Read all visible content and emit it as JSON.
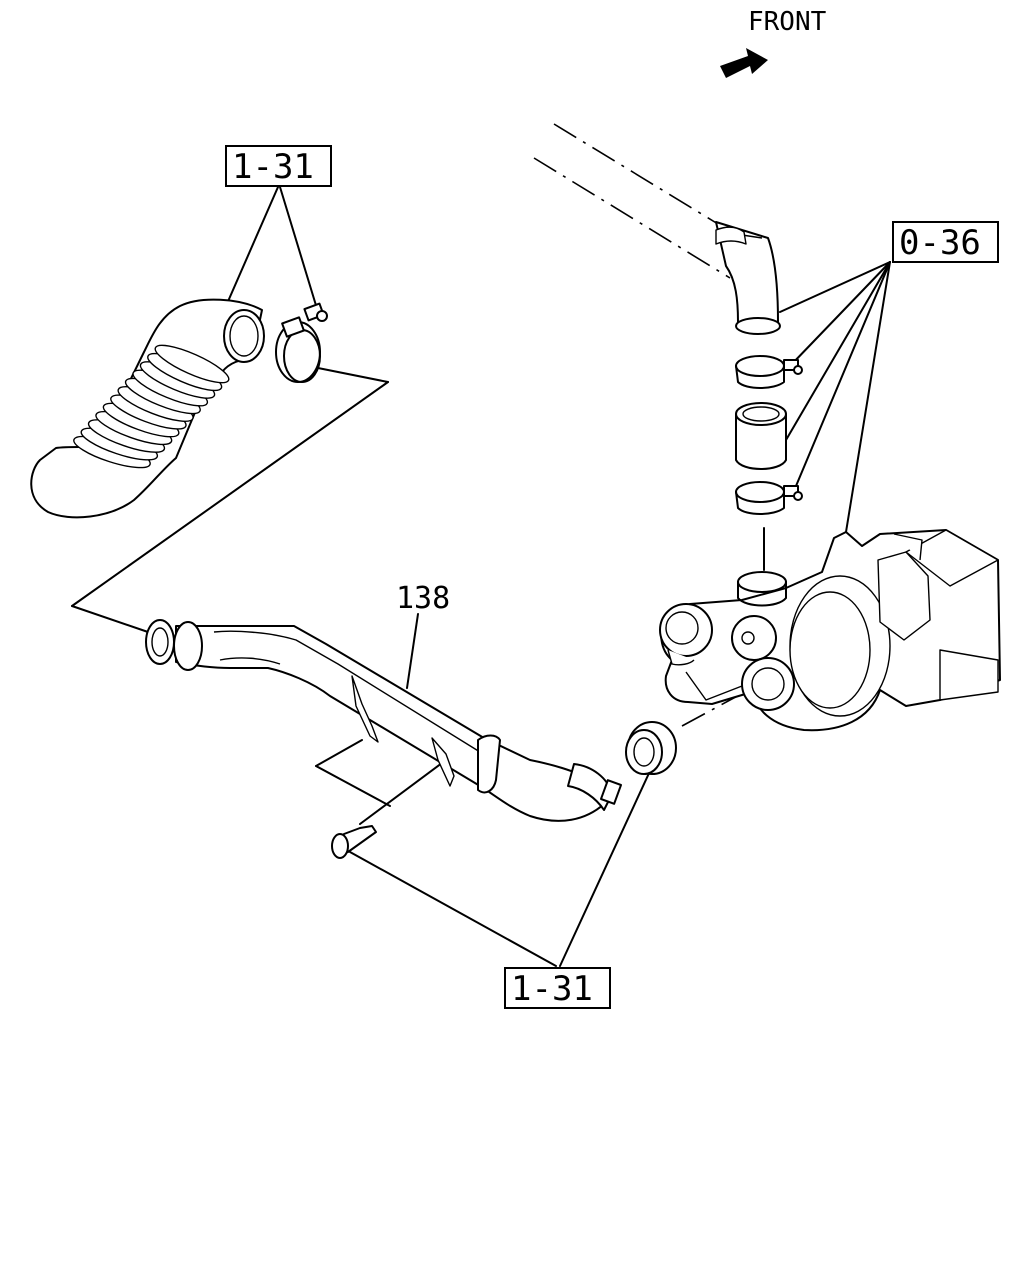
{
  "orientation": {
    "label": "FRONT"
  },
  "callouts": [
    {
      "id": "upper_left",
      "label": "1-31"
    },
    {
      "id": "right",
      "label": "0-36"
    },
    {
      "id": "bottom",
      "label": "1-31"
    }
  ],
  "part_numbers": [
    {
      "id": "pipe",
      "label": "138"
    }
  ]
}
